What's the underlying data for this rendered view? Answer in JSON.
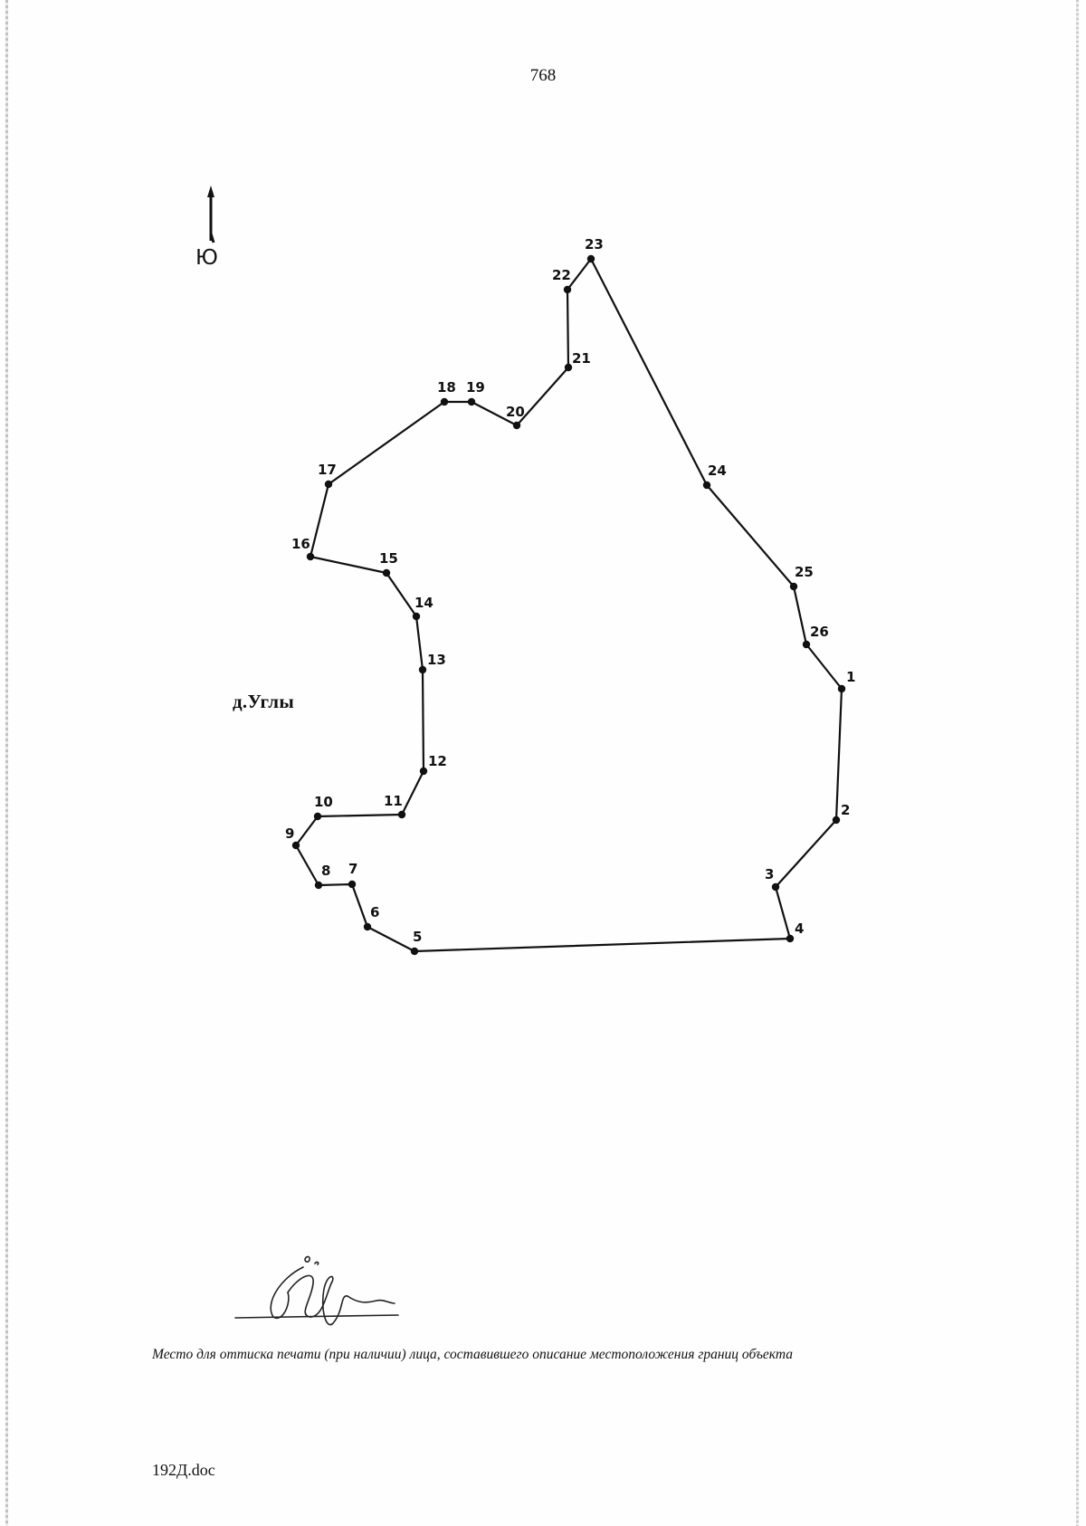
{
  "page_number": "768",
  "north_arrow": {
    "label": "Ю",
    "icon": "north-arrow-icon"
  },
  "settlement_label": "д.Углы",
  "boundary_points": [
    "1",
    "2",
    "3",
    "4",
    "5",
    "6",
    "7",
    "8",
    "9",
    "10",
    "11",
    "12",
    "13",
    "14",
    "15",
    "16",
    "17",
    "18",
    "19",
    "20",
    "21",
    "22",
    "23",
    "24",
    "25",
    "26"
  ],
  "signature": {
    "icon": "handwritten-signature"
  },
  "stamp_caption": "Место для оттиска печати (при наличии) лица, составившего описание местоположения границ объекта",
  "file_name": "192Д.doc"
}
